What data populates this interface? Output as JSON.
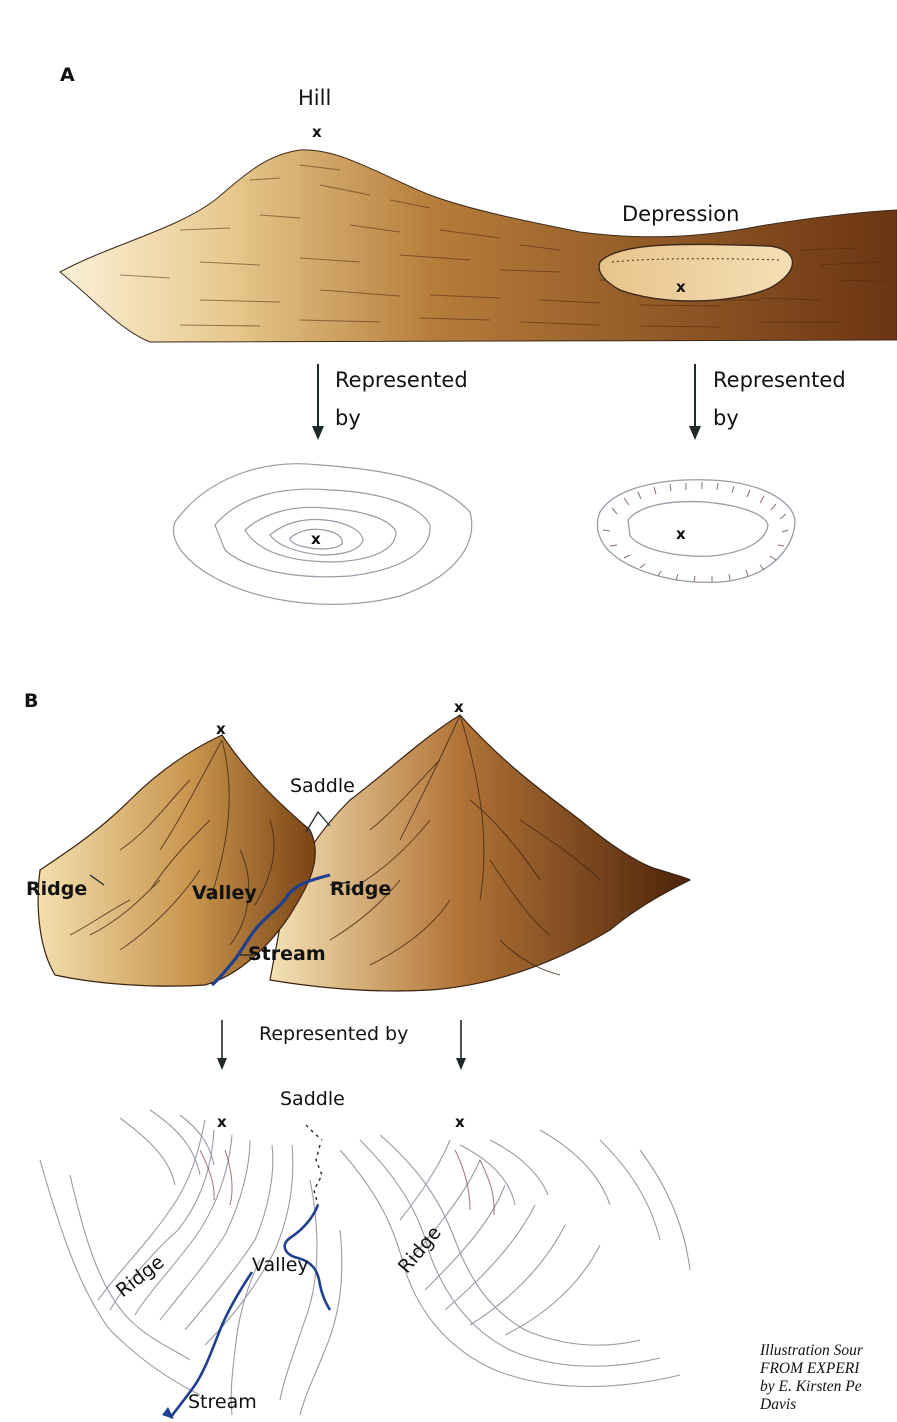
{
  "panel_a": {
    "letter": "A",
    "hill_label": "Hill",
    "depression_label": "Depression",
    "represented_by_left_line1": "Represented",
    "represented_by_left_line2": "by",
    "represented_by_right_line1": "Represented",
    "represented_by_right_line2": "by",
    "summit_marker": "x",
    "depression_marker": "x",
    "hill_map_marker": "x",
    "depression_map_marker": "x"
  },
  "panel_b": {
    "letter": "B",
    "peak_marker_left": "x",
    "peak_marker_right": "x",
    "saddle_label": "Saddle",
    "ridge_label_left": "Ridge",
    "valley_label": "Valley",
    "ridge_label_right": "Ridge",
    "stream_label": "Stream",
    "represented_by": "Represented by",
    "map_saddle_label": "Saddle",
    "map_peak_marker_left": "x",
    "map_peak_marker_right": "x",
    "map_ridge_left": "Ridge",
    "map_valley": "Valley",
    "map_ridge_right": "Ridge",
    "map_stream": "Stream"
  },
  "caption": {
    "line1": "Illustration Sour",
    "line2": "FROM EXPERI",
    "line3": "by E. Kirsten Pe",
    "line4": "Davis"
  },
  "colors": {
    "terrain_light": "#f1dcb0",
    "terrain_mid": "#b57c3a",
    "terrain_dark": "#5a2c0c",
    "contour": "#9a9aa8",
    "stream": "#1f3f8f",
    "arrow": "#1e2a2a"
  }
}
